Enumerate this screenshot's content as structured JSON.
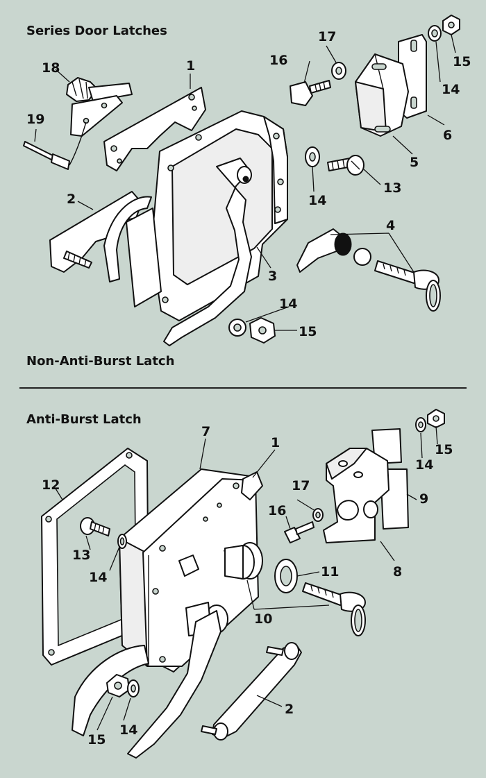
{
  "titles": {
    "top": "Series Door Latches",
    "middle": "Non-Anti-Burst Latch",
    "bottom": "Anti-Burst Latch"
  },
  "colors": {
    "background": "#c9d6cf",
    "ink": "#111111"
  },
  "callouts_top": {
    "c1": "1",
    "c2": "2",
    "c3": "3",
    "c4": "4",
    "c5": "5",
    "c6": "6",
    "c13": "13",
    "c14a": "14",
    "c14b": "14",
    "c14c": "14",
    "c15a": "15",
    "c15b": "15",
    "c16": "16",
    "c17": "17",
    "c18": "18",
    "c19": "19"
  },
  "callouts_bottom": {
    "c1": "1",
    "c2": "2",
    "c7": "7",
    "c8": "8",
    "c9": "9",
    "c10": "10",
    "c11": "11",
    "c12": "12",
    "c13": "13",
    "c14a": "14",
    "c14b": "14",
    "c14c": "14",
    "c15a": "15",
    "c15b": "15",
    "c16": "16",
    "c17": "17"
  }
}
